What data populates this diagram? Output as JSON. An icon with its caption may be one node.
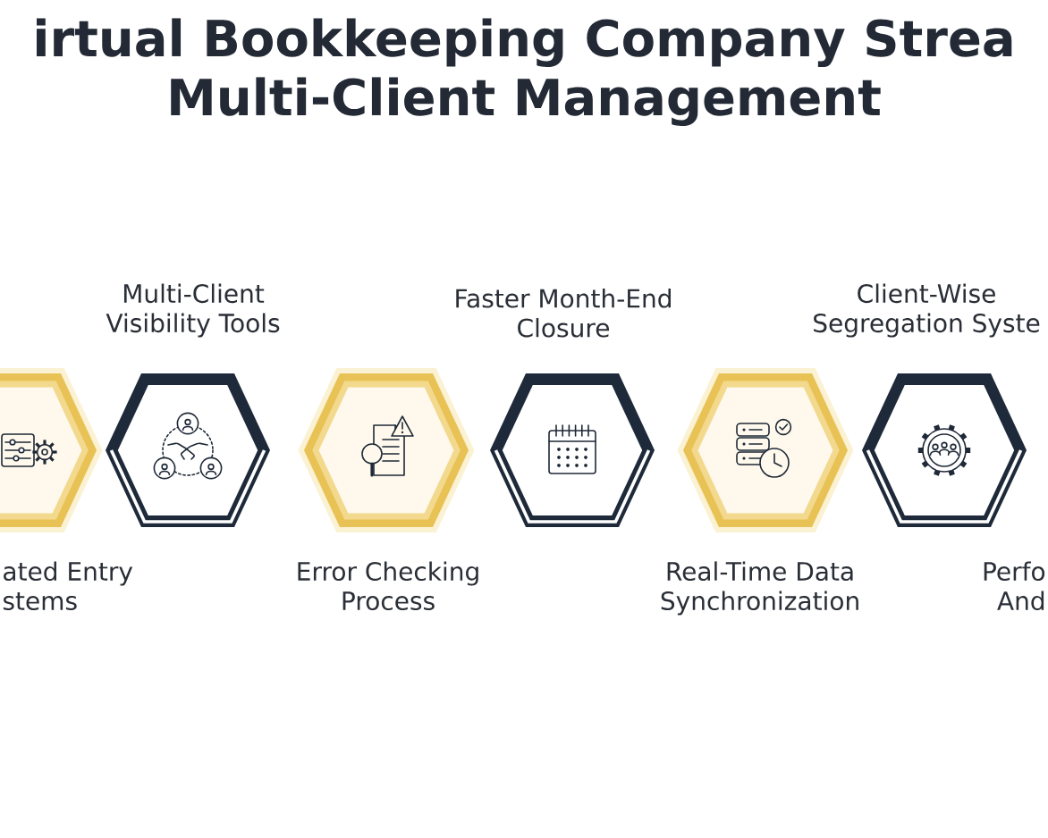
{
  "diagram": {
    "title": "irtual Bookkeeping Company Strea Multi-Client Management",
    "nodes": [
      {
        "text": [
          "ated Entry stems"
        ]
      },
      {
        "text": [
          "Multi-Client Visibility Tools"
        ]
      },
      {
        "text": [
          "Error Checking Process"
        ]
      },
      {
        "text": [
          "Faster Month-End Closure"
        ]
      },
      {
        "text": [
          "Real-Time Data Synchronization"
        ]
      },
      {
        "text": [
          "Client-Wise Segregation Syste"
        ]
      },
      {
        "text": [
          "Perfo And"
        ]
      }
    ]
  }
}
